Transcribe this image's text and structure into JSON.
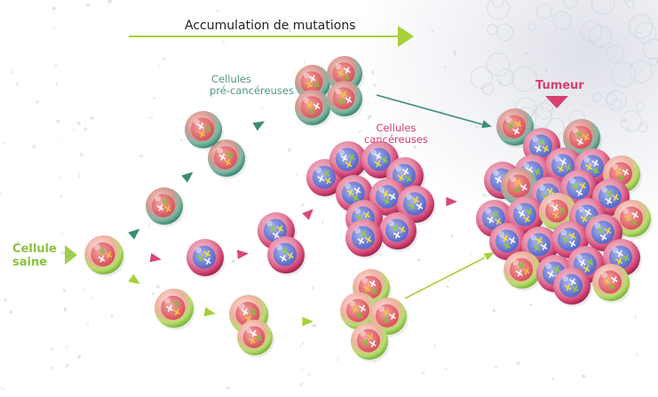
{
  "labels": {
    "accumulation": "Accumulation de mutations",
    "pre_line1": "Cellules",
    "pre_line2": "pré-cancéreuses",
    "cancer_line1": "Cellules",
    "cancer_line2": "cancéreuses",
    "tumor": "Tumeur",
    "healthy_line1": "Cellule",
    "healthy_line2": "saine"
  },
  "colors": {
    "healthy": "#9cd04a",
    "precancer": "#4f9c86",
    "cancer": "#d83f72",
    "nucleus_precancer": "#e06870",
    "nucleus_cancer": "#6f7fd4",
    "arrow_light": "#a8d038",
    "arrow_dark": "#3b8c74",
    "arrow_pink": "#d94875",
    "text": "#222222"
  },
  "cell_types": [
    "healthy",
    "precancer",
    "cancer"
  ]
}
